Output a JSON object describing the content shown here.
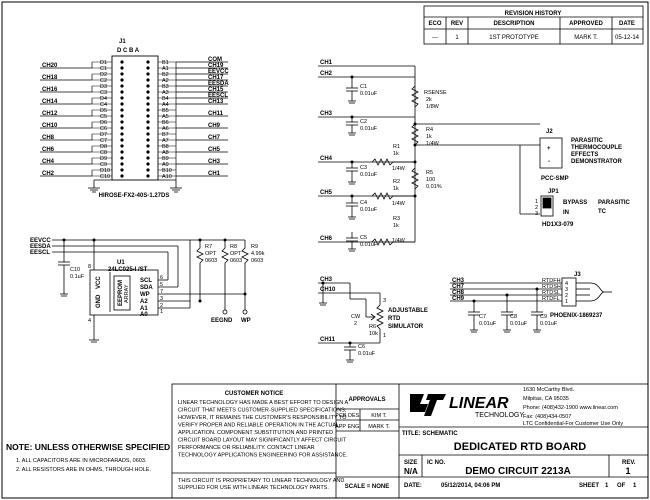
{
  "revision_history": {
    "title": "REVISION HISTORY",
    "headers": [
      "ECO",
      "REV",
      "DESCRIPTION",
      "APPROVED",
      "DATE"
    ],
    "row": [
      "---",
      "1",
      "1ST PROTOTYPE",
      "MARK T.",
      "05-12-14"
    ]
  },
  "j1": {
    "designator": "J1",
    "row_letters": "D C B A",
    "part": "HIROSE-FX2-40S-1.27DS",
    "left_nets": [
      "CH20",
      "CH18",
      "CH16",
      "CH14",
      "CH12",
      "CH10",
      "CH8",
      "CH6",
      "CH4",
      "CH2"
    ],
    "left_pins": [
      "D1",
      "C1",
      "D2",
      "C2",
      "D3",
      "C3",
      "D4",
      "C4",
      "D5",
      "C5",
      "D6",
      "C6",
      "D7",
      "C7",
      "D8",
      "C8",
      "D9",
      "C9",
      "D10",
      "C10"
    ],
    "right_pins": [
      "B1",
      "A1",
      "B2",
      "A2",
      "B3",
      "A3",
      "B4",
      "A4",
      "B5",
      "A5",
      "B6",
      "A6",
      "B7",
      "A7",
      "B8",
      "A8",
      "B9",
      "A9",
      "B10",
      "A10"
    ],
    "right_nets": [
      "COM",
      "CH19",
      "EEVCC",
      "CH17",
      "EESDA",
      "CH15",
      "EESCL",
      "CH13",
      "",
      "CH11",
      "",
      "CH9",
      "",
      "CH7",
      "",
      "CH5",
      "",
      "CH3",
      "",
      "CH1"
    ]
  },
  "rtd_network": {
    "nets": [
      "CH1",
      "CH2",
      "CH3",
      "CH4",
      "CH5",
      "CH6"
    ],
    "c1": [
      "C1",
      "0.01uF"
    ],
    "c2": [
      "C2",
      "0.01uF"
    ],
    "c3": [
      "C3",
      "0.01uF"
    ],
    "c4": [
      "C4",
      "0.01uF"
    ],
    "c5": [
      "C5",
      "0.01uF"
    ],
    "rsense": [
      "RSENSE",
      "2k",
      "1/8W"
    ],
    "r4": [
      "R4",
      "1k",
      "1/4W"
    ],
    "r5": [
      "R5",
      "100",
      "0.01%"
    ],
    "r1": [
      "R1",
      "1k",
      "1/4W"
    ],
    "r2": [
      "R2",
      "1k",
      "1/4W"
    ],
    "r3": [
      "R3",
      "1k",
      "1/4W"
    ]
  },
  "j2": {
    "designator": "J2",
    "part": "PCC-SMP",
    "plus": "+",
    "minus": "-",
    "desc": [
      "PARASITIC",
      "THERMOCOUPLE",
      "EFFECTS",
      "DEMONSTRATOR"
    ]
  },
  "jp1": {
    "designator": "JP1",
    "bypass": "BYPASS",
    "in": "IN",
    "part": "HD1X3-079",
    "parasitic": [
      "PARASITIC",
      "TC"
    ],
    "pins": [
      "1",
      "2",
      "3"
    ]
  },
  "eeprom": {
    "nets": [
      "EEVCC",
      "EESDA",
      "EESCL"
    ],
    "c10": [
      "C10",
      "0.1uF"
    ],
    "u1": [
      "U1",
      "24LC025-I /ST"
    ],
    "pin_vcc": "8",
    "pin_gnd": "4",
    "vcc_label": "VCC",
    "gnd_label": "GND",
    "block_label": "EEPROM",
    "array_label": "ARRAY",
    "pin_names": [
      "SCL",
      "SDA",
      "WP",
      "A2",
      "A1",
      "A0"
    ],
    "pin_nums": [
      "6",
      "5",
      "7",
      "3",
      "2",
      "1"
    ],
    "r7": [
      "R7",
      "OPT",
      "0603"
    ],
    "r8": [
      "R8",
      "OPT",
      "0603"
    ],
    "r9": [
      "R9",
      "4.99k",
      "0603"
    ],
    "eegnd": "EEGND",
    "wp": "WP"
  },
  "adjustable": {
    "nets": [
      "CH3",
      "CH10",
      "CH11"
    ],
    "r6": [
      "R6",
      "10k"
    ],
    "pins": [
      "3",
      "2",
      "1"
    ],
    "cw": "CW",
    "desc": [
      "ADJUSTABLE",
      "RTD",
      "SIMULATOR"
    ],
    "c6": [
      "C6",
      "0.01uF"
    ]
  },
  "j3": {
    "designator": "J3",
    "nets": [
      "CH3",
      "CH7",
      "CH8",
      "CH9"
    ],
    "pins": [
      "RTDFH",
      "RTDSH",
      "RTDSL",
      "RTDFL"
    ],
    "pin_nums": [
      "4",
      "3",
      "2",
      "1"
    ],
    "part": "PHOENIX-1869237",
    "caps": [
      [
        "C7",
        "0.01uF"
      ],
      [
        "C8",
        "0.01uF"
      ],
      [
        "C9",
        "0.01uF"
      ]
    ]
  },
  "customer_notice": {
    "title": "CUSTOMER NOTICE",
    "body": [
      "LINEAR TECHNOLOGY HAS MADE A BEST EFFORT TO DESIGN A",
      "CIRCUIT THAT MEETS CUSTOMER-SUPPLIED SPECIFICATIONS;",
      "HOWEVER, IT REMAINS THE CUSTOMER'S RESPONSIBILITY TO",
      "VERIFY PROPER AND RELIABLE OPERATION IN THE ACTUAL",
      "APPLICATION. COMPONENT SUBSTITUTION AND PRINTED",
      "CIRCUIT BOARD LAYOUT MAY SIGNIFICANTLY AFFECT CIRCUIT",
      "PERFORMANCE OR RELIABILITY. CONTACT LINEAR",
      "TECHNOLOGY APPLICATIONS ENGINEERING FOR ASSISTANCE."
    ],
    "proprietary": [
      "THIS CIRCUIT IS PROPRIETARY TO LINEAR TECHNOLOGY AND",
      "SUPPLIED FOR USE WITH LINEAR TECHNOLOGY PARTS."
    ]
  },
  "approvals": {
    "title": "APPROVALS",
    "rows": [
      [
        "PCB DES.",
        "KIM T."
      ],
      [
        "APP ENG.",
        "MARK T."
      ]
    ],
    "scale": "SCALE = NONE"
  },
  "company": {
    "logo": "LINEAR",
    "logo_sub": "TECHNOLOGY",
    "address": [
      "1630 McCarthy Blvd.",
      "Milpitas, CA 95035",
      "Phone: (408)432-1900  www.linear.com",
      "Fax: (408)434-0507",
      "LTC Confidential-For Customer Use Only"
    ]
  },
  "title_block": {
    "title_label": "TITLE: SCHEMATIC",
    "board": "DEDICATED RTD BOARD",
    "size_label": "SIZE",
    "size": "N/A",
    "ic_label": "IC NO.",
    "circuit": "DEMO CIRCUIT 2213A",
    "rev_label": "REV.",
    "rev": "1",
    "date_label": "DATE:",
    "date": "05/12/2014, 04:06 PM",
    "sheet_label": "SHEET",
    "sheet": "1",
    "of_label": "OF",
    "of": "1"
  },
  "notes": {
    "title": "NOTE: UNLESS OTHERWISE SPECIFIED",
    "items": [
      "1. ALL CAPACITORS ARE IN MICROFARADS, 0603.",
      "2. ALL RESISTORS ARE IN OHMS, THROUGH HOLE."
    ]
  }
}
